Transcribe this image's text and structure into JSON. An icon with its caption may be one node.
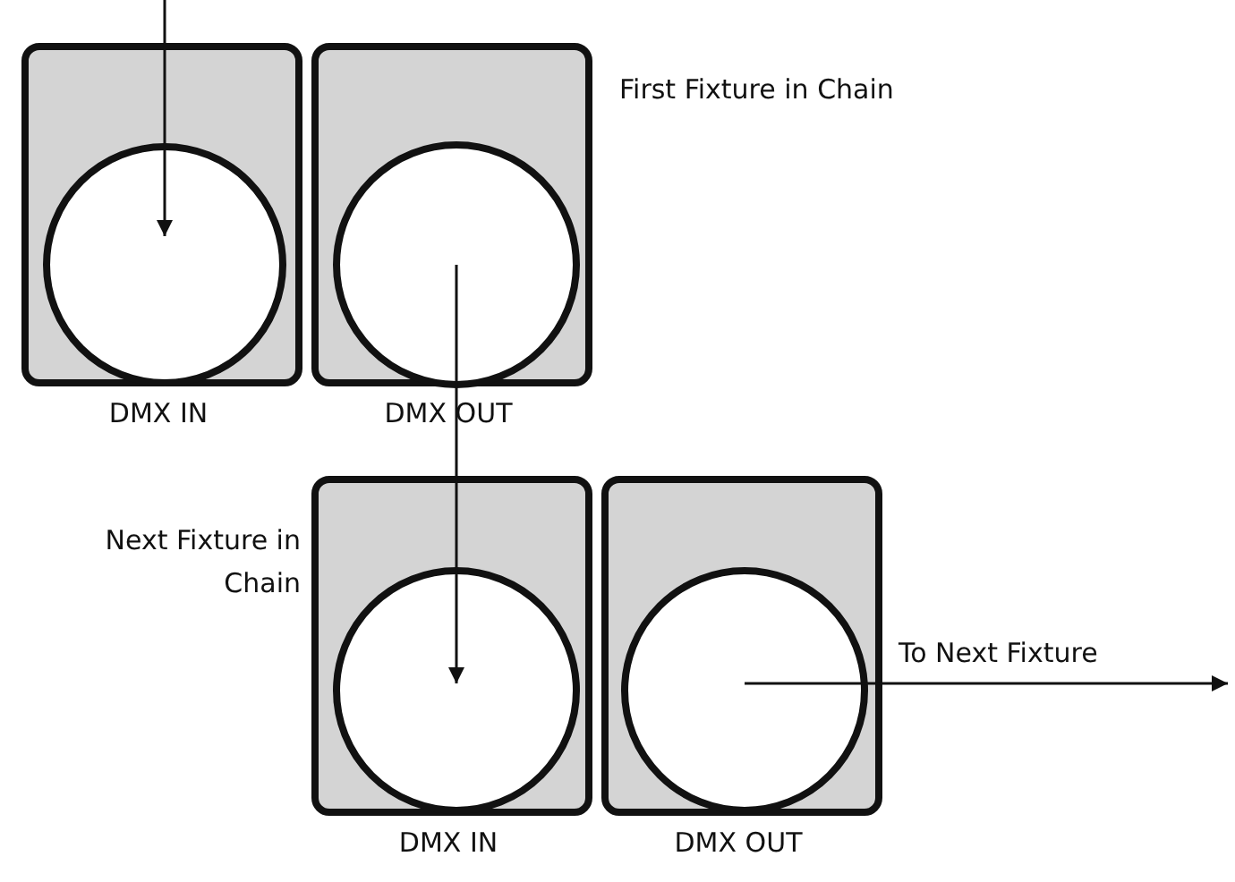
{
  "diagram": {
    "nodes": [
      {
        "text": [
          "DMX IN"
        ]
      },
      {
        "text": [],
        "shape": "circle",
        "in": 0
      },
      {
        "text": [
          "DMX OUT"
        ]
      },
      {
        "text": [],
        "shape": "circle",
        "in": 2
      },
      {
        "text": [
          "DMX IN"
        ]
      },
      {
        "text": [],
        "shape": "circle",
        "in": 4
      },
      {
        "text": [
          "DMX OUT"
        ]
      },
      {
        "text": [],
        "shape": "circle",
        "in": 6
      }
    ],
    "edges": [
      {
        "from": null,
        "to": 1,
        "arrow": "to"
      },
      {
        "from": 3,
        "to": 5,
        "arrow": "to"
      },
      {
        "from": 7,
        "to": null,
        "arrow": "to",
        "label": "To Next Fixture"
      }
    ],
    "labels": [
      "First Fixture in Chain",
      "Next Fixture in Chain"
    ]
  }
}
